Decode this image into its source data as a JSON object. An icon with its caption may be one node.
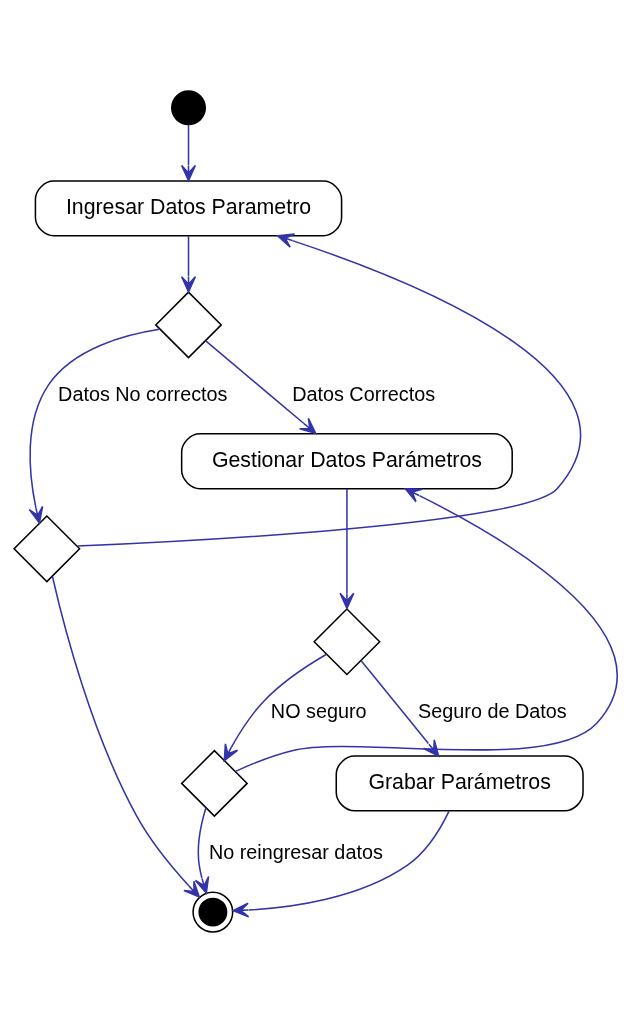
{
  "diagram": {
    "nodes": [
      {
        "text": [],
        "shape": "circle"
      },
      {
        "text": [
          "Ingresar Datos Parametro"
        ]
      },
      {
        "text": [],
        "shape": "diamond"
      },
      {
        "text": [],
        "shape": "diamond"
      },
      {
        "text": [
          "Gestionar Datos Parámetros"
        ]
      },
      {
        "text": [],
        "shape": "diamond"
      },
      {
        "text": [],
        "shape": "diamond"
      },
      {
        "text": [
          "Grabar Parámetros"
        ]
      },
      {
        "text": [],
        "shape": "bullseye"
      }
    ],
    "edges": [
      {
        "from": 0,
        "to": 1,
        "arrow": "to"
      },
      {
        "from": 1,
        "to": 2,
        "arrow": "to"
      },
      {
        "from": 2,
        "to": 3,
        "arrow": "to",
        "label": "Datos No correctos"
      },
      {
        "from": 3,
        "to": 1,
        "arrow": "to"
      },
      {
        "from": 2,
        "to": 4,
        "arrow": "to",
        "label": "Datos Correctos"
      },
      {
        "from": 4,
        "to": 5,
        "arrow": "to"
      },
      {
        "from": 5,
        "to": 6,
        "arrow": "to",
        "label": "NO seguro"
      },
      {
        "from": 6,
        "to": 4,
        "arrow": "to"
      },
      {
        "from": 5,
        "to": 7,
        "arrow": "to",
        "label": "Seguro de Datos"
      },
      {
        "from": 7,
        "to": 8,
        "arrow": "to"
      },
      {
        "from": 6,
        "to": 8,
        "arrow": "to",
        "label": "No reingresar datos"
      },
      {
        "from": 3,
        "to": 8,
        "arrow": "to"
      }
    ]
  }
}
